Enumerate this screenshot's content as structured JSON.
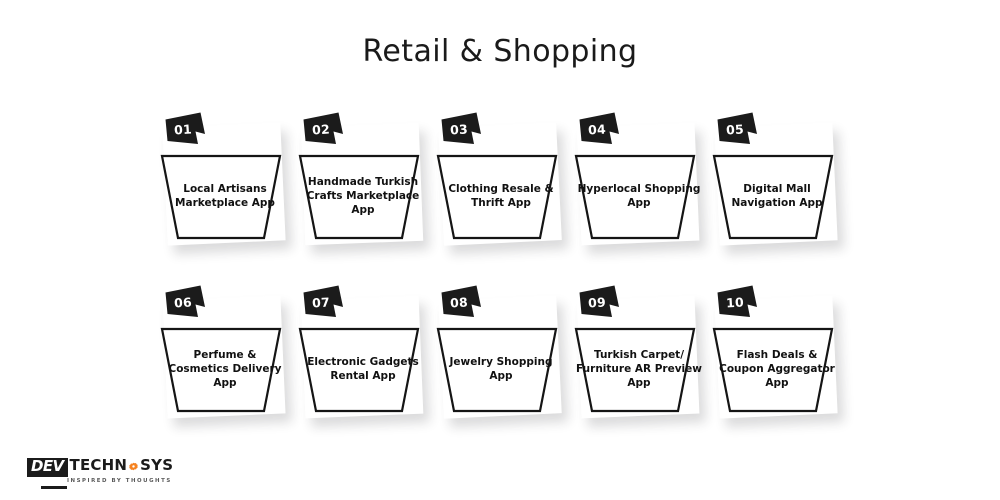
{
  "page": {
    "title": "Retail & Shopping",
    "background_color": "#ffffff",
    "text_color": "#111111",
    "badge_color": "#1b1b1b"
  },
  "cards": [
    {
      "number": "01",
      "label": "Local Artisans Marketplace App"
    },
    {
      "number": "02",
      "label": "Handmade Turkish Crafts Marketplace App"
    },
    {
      "number": "03",
      "label": "Clothing Resale & Thrift App"
    },
    {
      "number": "04",
      "label": "Hyperlocal Shopping App"
    },
    {
      "number": "05",
      "label": "Digital Mall Navigation App"
    },
    {
      "number": "06",
      "label": "Perfume & Cosmetics Delivery App"
    },
    {
      "number": "07",
      "label": "Electronic Gadgets Rental App"
    },
    {
      "number": "08",
      "label": "Jewelry Shopping App"
    },
    {
      "number": "09",
      "label": "Turkish Carpet/ Furniture AR Preview App"
    },
    {
      "number": "10",
      "label": "Flash Deals & Coupon Aggregator App"
    }
  ],
  "logo": {
    "mark": "DEV",
    "word_left": "TECHN",
    "word_right": "SYS",
    "tagline": "INSPIRED BY THOUGHTS",
    "accent_color": "#f58220"
  }
}
